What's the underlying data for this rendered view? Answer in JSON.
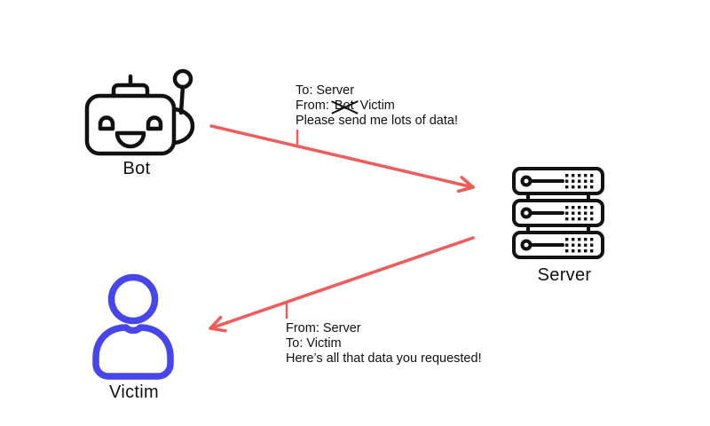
{
  "colors": {
    "bg": "#ffffff",
    "ink": "#111111",
    "red": "#f15b5b",
    "blue": "#4646ec"
  },
  "nodes": {
    "bot": {
      "label": "Bot",
      "icon": "robot-icon"
    },
    "server": {
      "label": "Server",
      "icon": "server-rack-icon"
    },
    "victim": {
      "label": "Victim",
      "icon": "person-icon"
    }
  },
  "messages": {
    "request": {
      "to_line": "To: Server",
      "from_prefix": "From:",
      "from_crossed": "Bot",
      "from_value": "Victim",
      "body": "Please send me lots of data!"
    },
    "response": {
      "from_line": "From: Server",
      "to_line": "To: Victim",
      "body": "Here’s all that data you requested!"
    }
  }
}
